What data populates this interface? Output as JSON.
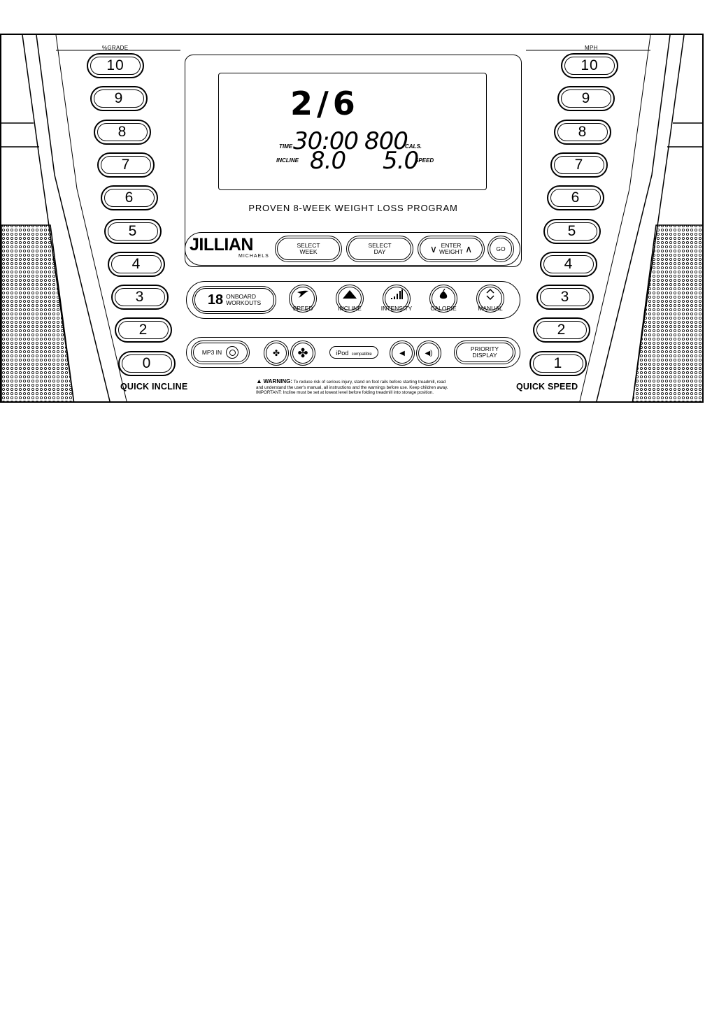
{
  "incline": {
    "unit_label": "%GRADE",
    "buttons": [
      "10",
      "9",
      "8",
      "7",
      "6",
      "5",
      "4",
      "3",
      "2",
      "0"
    ],
    "caption": "QUICK INCLINE"
  },
  "speed": {
    "unit_label": "MPH",
    "buttons": [
      "10",
      "9",
      "8",
      "7",
      "6",
      "5",
      "4",
      "3",
      "2",
      "1"
    ],
    "caption": "QUICK SPEED"
  },
  "display": {
    "week_day": "2/6",
    "time_label": "TIME",
    "time_value": "30:00",
    "cals_value": "800",
    "cals_label": "CALS.",
    "incline_label": "INCLINE",
    "incline_value": "8.0",
    "speed_value": "5.0",
    "speed_label": "SPEED"
  },
  "program_title": "PROVEN 8-WEEK WEIGHT LOSS PROGRAM",
  "brand": {
    "name": "JILLIAN",
    "sub": "MICHAELS"
  },
  "program_buttons": {
    "select_week": [
      "SELECT",
      "WEEK"
    ],
    "select_day": [
      "SELECT",
      "DAY"
    ],
    "enter_weight": [
      "ENTER",
      "WEIGHT"
    ],
    "go": "GO"
  },
  "workouts": {
    "count": "18",
    "label": [
      "ONBOARD",
      "WORKOUTS"
    ],
    "buttons": [
      {
        "label": "SPEED",
        "icon": "wing-icon"
      },
      {
        "label": "INCLINE",
        "icon": "mountain-icon"
      },
      {
        "label": "INTENSITY",
        "icon": "signal-bars-icon"
      },
      {
        "label": "CALORIE",
        "icon": "pear-icon"
      },
      {
        "label": "MANUAL",
        "icon": "up-down-arrows-icon"
      }
    ]
  },
  "audio": {
    "mp3_label": "MP3 IN",
    "ipod_label": "iPod",
    "ipod_sub": "compatible",
    "priority": [
      "PRIORITY",
      "DISPLAY"
    ]
  },
  "warning": {
    "title": "WARNING:",
    "line1": "To reduce risk of serious injury, stand on foot rails before starting treadmill, read",
    "line2": "and understand the user's manual, all instructions and the warnings before use. Keep children away.",
    "line3": "IMPORTANT: Incline must be set at lowest level before folding treadmill into storage position."
  }
}
